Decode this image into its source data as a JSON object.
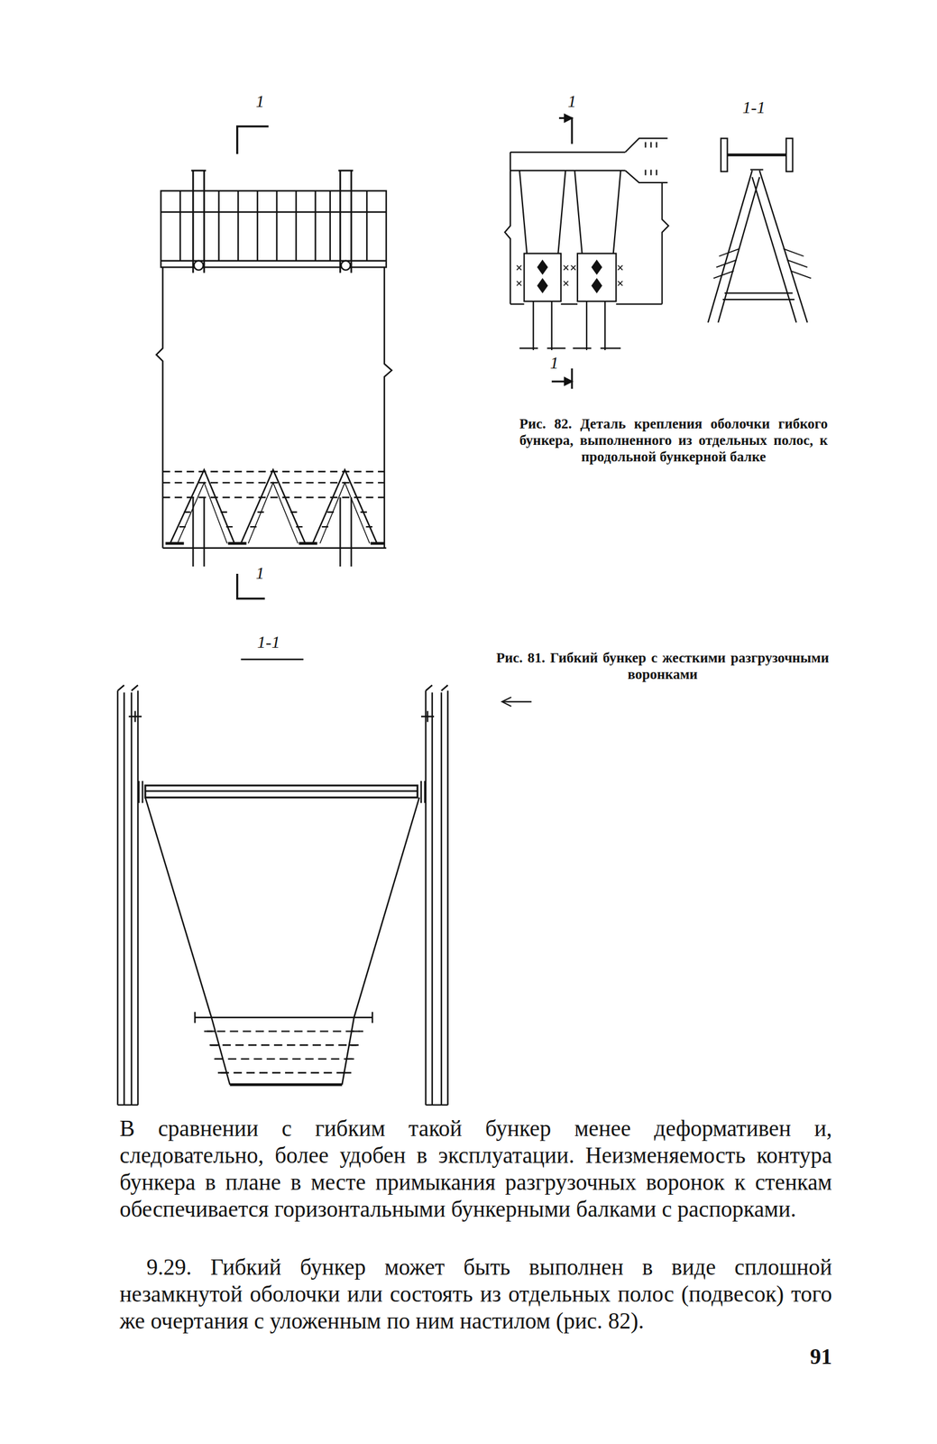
{
  "diagram": {
    "labels": [
      "1",
      "1",
      "1-1",
      "Рис. 82. Деталь крепления оболочки гибкого бункера, выполненного из отдельных полос, к продольной бункерной балке",
      "1",
      "1",
      "1-1",
      "Рис. 81. Гибкий бункер с жесткими разгрузочными воронками",
      "В сравнении с гибким такой бункер менее деформативен и, следовательно, более удобен в эксплуатации. Неизменяемость контура бункера в плане в месте примыкания разгрузочных воронок к стенкам обеспечивается горизонтальными бункерными балками с распорками.",
      "9.29. Гибкий бункер может быть выполнен в виде сплошной незамкнутой оболочки или состоять из отдельных полос (подвесок) того же очертания с уложенным по ним настилом (рис. 82).",
      "91"
    ]
  }
}
